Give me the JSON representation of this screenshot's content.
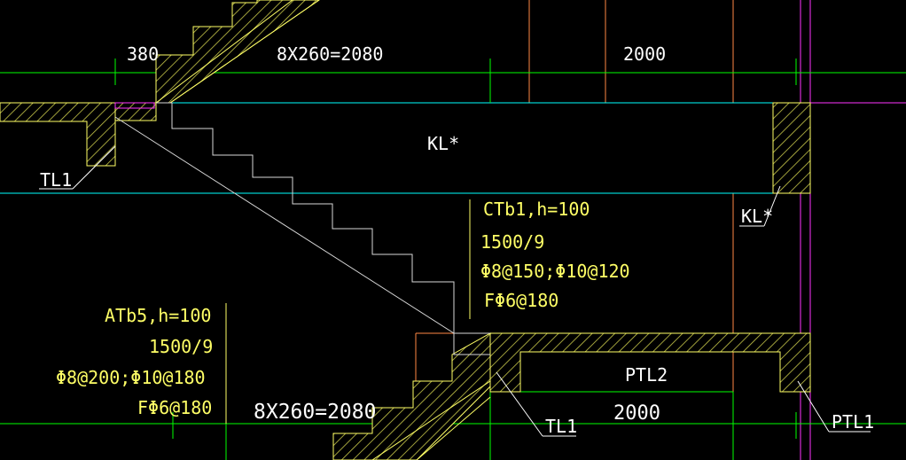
{
  "colors": {
    "background": "#000000",
    "dimension": "#00ff00",
    "slab_edge": "#00ffff",
    "concrete_outline": "#ffff66",
    "hatch": "#c8c84a",
    "axis": "#ff8844",
    "magenta": "#ff33ff",
    "white_line": "#ffffff",
    "annotation_text": "#ffff66",
    "label_text": "#ffffff"
  },
  "dims": {
    "top_left": "380",
    "top_mid": "8X260=2080",
    "top_right": "2000",
    "bottom_mid": "8X260=2080",
    "bottom_right": "2000"
  },
  "labels": {
    "kl_center": "KL*",
    "kl_right": "KL*",
    "tl1_left": "TL1",
    "tl1_bottom": "TL1",
    "ptl2": "PTL2",
    "ptl1": "PTL1"
  },
  "ctb1": {
    "line1": "CTb1,h=100",
    "line2": "1500/9",
    "line3": "Φ8@150;Φ10@120",
    "line4": "FΦ6@180"
  },
  "atb5": {
    "line1": "ATb5,h=100",
    "line2": "1500/9",
    "line3": "Φ8@200;Φ10@180",
    "line4": "FΦ6@180"
  }
}
